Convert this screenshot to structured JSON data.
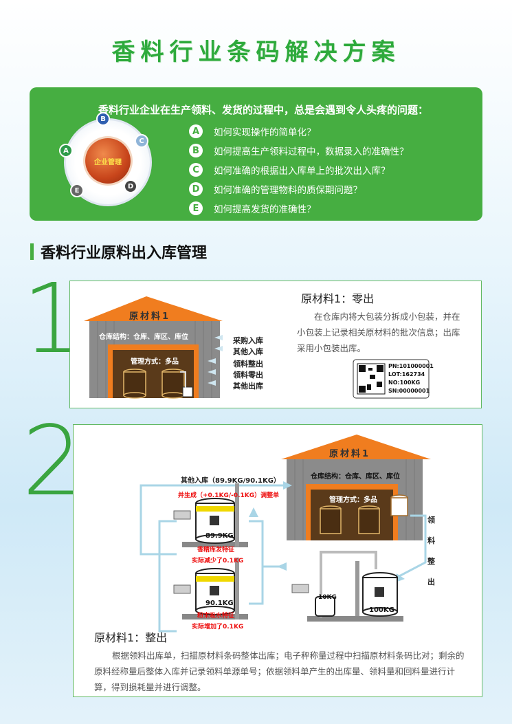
{
  "title": "香料行业条码解决方案",
  "intro": {
    "heading": "香料行业企业在生产领料、发货的过程中，总是会遇到令人头疼的问题：",
    "core_label": "企业管理",
    "questions": [
      {
        "badge": "A",
        "text": "如何实现操作的简单化？"
      },
      {
        "badge": "B",
        "text": "如何提高生产领料过程中，数据录入的准确性？"
      },
      {
        "badge": "C",
        "text": "如何准确的根据出入库单上的批次出入库？"
      },
      {
        "badge": "D",
        "text": "如何准确的管理物料的质保期问题？"
      },
      {
        "badge": "E",
        "text": "如何提高发货的准确性？"
      }
    ]
  },
  "section_title": "香料行业原料出入库管理",
  "panel1": {
    "number": "1",
    "roof": "原材料1",
    "structure": "仓库结构：仓库、库区、库位",
    "mode": "管理方式：多品",
    "flows": [
      "采购入库",
      "其他入库",
      "领料整出",
      "领料零出",
      "其他出库"
    ],
    "heading": "原材料1：零出",
    "body": "在仓库内将大包装分拆成小包装，并在小包装上记录相关原材料的批次信息；出库采用小包装出库。",
    "label_lines": [
      "PN:101000001",
      "LOT:162734",
      "NO:100KG",
      "SN:00000001"
    ]
  },
  "panel2": {
    "number": "2",
    "roof": "原材料1",
    "structure": "仓库结构：仓库、库区、库位",
    "mode": "管理方式：多品",
    "other_in": "其他入库（89.9KG/90.1KG）",
    "adjust": "并生成（+0.1KG/-0.1KG）调整单",
    "barrel1_weight": "89.9KG",
    "barrel1_tag": "香精库发特征",
    "barrel1_note": "实际减少了0.1KG",
    "barrel2_weight": "90.1KG",
    "barrel2_tag": "粉末吸水特征",
    "barrel2_note": "实际增加了0.1KG",
    "small_can": "10KG",
    "big_barrel": "100KG",
    "vertical_label": [
      "领",
      "料",
      "整",
      "出"
    ],
    "heading": "原材料1：整出",
    "body": "根据领料出库单，扫描原材料条码整体出库；电子秤称量过程中扫描原材料条码比对；剩余的原料经称量后整体入库并记录领料单源单号；依据领料单产生的出库量、领料量和回料量进行计算，得到损耗量并进行调整。"
  },
  "colors": {
    "green": "#46ae41",
    "roof": "#f07d1f",
    "wall": "#8a8a8a",
    "door": "#5a3a1a"
  }
}
